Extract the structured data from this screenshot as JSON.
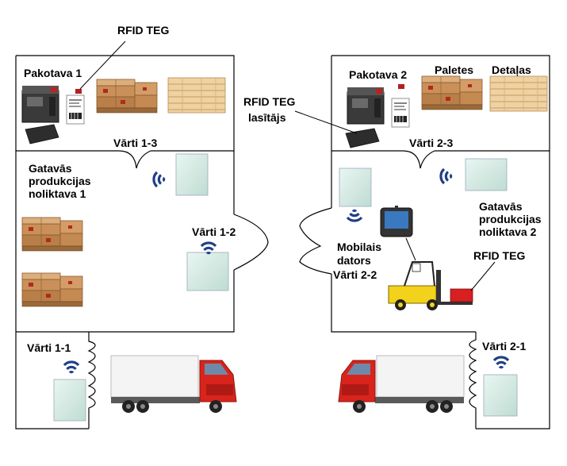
{
  "labels": {
    "rfid_tag_top": "RFID TEG",
    "pakotava_1": "Pakotava 1",
    "pakotava_2": "Pakotava 2",
    "paletes": "Paletes",
    "detalas": "Detaļas",
    "rfid_reader_line1": "RFID TEG",
    "rfid_reader_line2": "lasītājs",
    "varti_1_3": "Vārti 1-3",
    "varti_2_3": "Vārti 2-3",
    "gatavas_1_l1": "Gatavās",
    "gatavas_1_l2": "produkcijas",
    "gatavas_1_l3": "noliktava 1",
    "gatavas_2_l1": "Gatavās",
    "gatavas_2_l2": "produkcijas",
    "gatavas_2_l3": "noliktava 2",
    "varti_1_2": "Vārti 1-2",
    "mobilais_l1": "Mobilais",
    "mobilais_l2": "dators",
    "mobilais_l3": "Vārti 2-2",
    "rfid_tag_forklift": "RFID TEG",
    "varti_1_1": "Vārti 1-1",
    "varti_2_1": "Vārti 2-1"
  },
  "colors": {
    "wifi": "#1f3f86",
    "truck_cab": "#d8241c",
    "pallet_box": "#c9905a",
    "wood": "#e8c08a",
    "forklift": "#f2d21a",
    "reader_panel": "#d4ece4"
  },
  "icons": [
    "wifi-icon",
    "truck-icon",
    "forklift-icon",
    "printer-icon",
    "pallet-icon",
    "wood-stack-icon",
    "rfid-reader-icon",
    "rfid-label-icon",
    "mobile-computer-icon"
  ]
}
